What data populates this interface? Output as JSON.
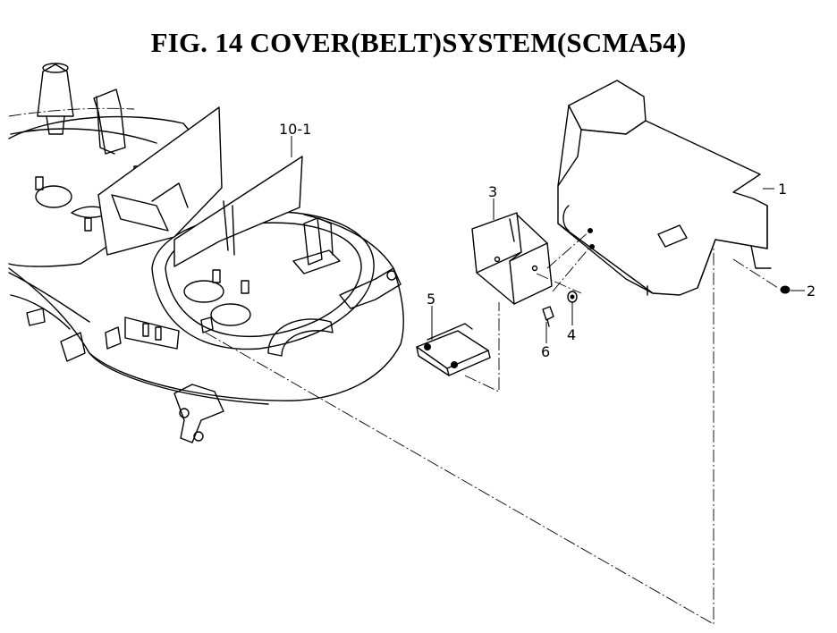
{
  "figure": {
    "title": "FIG. 14  COVER(BELT)SYSTEM(SCMA54)"
  },
  "callouts": [
    {
      "id": "1",
      "label": "1"
    },
    {
      "id": "2",
      "label": "2"
    },
    {
      "id": "3",
      "label": "3"
    },
    {
      "id": "4",
      "label": "4"
    },
    {
      "id": "5",
      "label": "5"
    },
    {
      "id": "6",
      "label": "6"
    },
    {
      "id": "10-1",
      "label": "10-1"
    }
  ]
}
